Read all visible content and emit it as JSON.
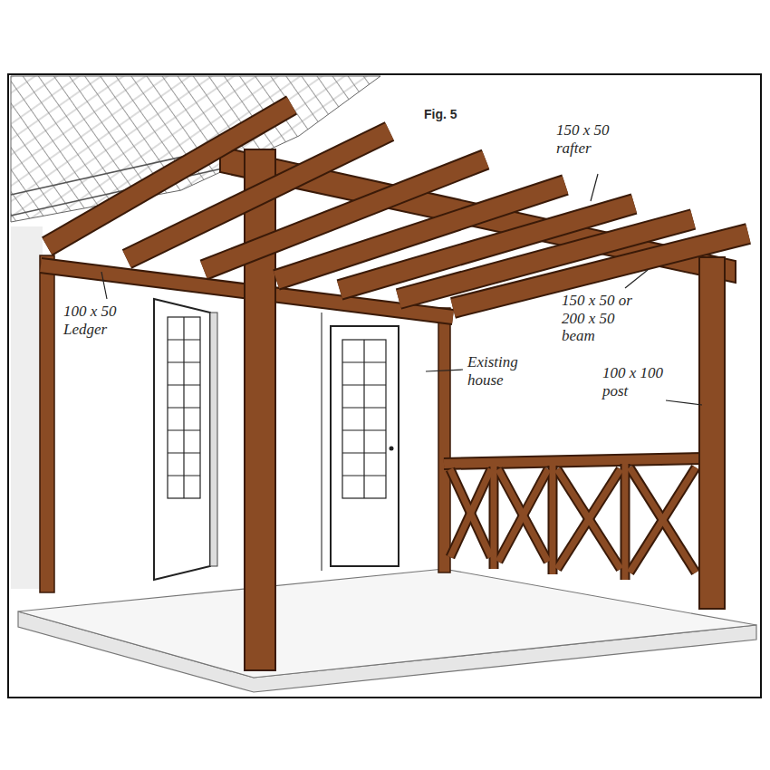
{
  "diagram": {
    "labels": [
      "Fig. 5",
      "150 x 50 rafter",
      "100 x 50 Ledger",
      "Existing house",
      "150 x 50 or 200 x 50 beam",
      "100 x 100 post"
    ]
  }
}
